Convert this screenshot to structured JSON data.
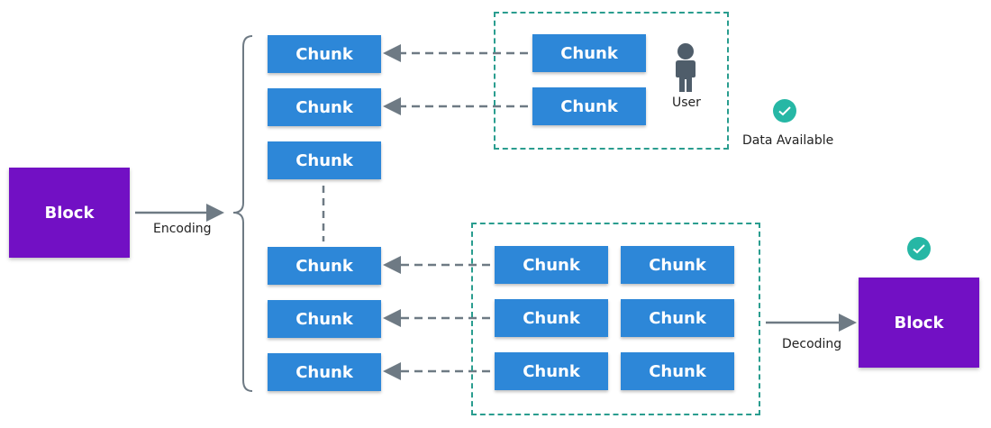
{
  "blocks": {
    "source_label": "Block",
    "result_label": "Block"
  },
  "labels": {
    "encoding": "Encoding",
    "decoding": "Decoding",
    "user": "User",
    "data_available": "Data Available"
  },
  "chunk_label": "Chunk",
  "colors": {
    "block": "#7210c4",
    "chunk": "#2d87d8",
    "dashed_box": "#2a9d8f",
    "check": "#26b7a5",
    "arrow": "#6e7a84"
  },
  "icons": {
    "user": "person-icon",
    "status": "check-circle-icon"
  }
}
